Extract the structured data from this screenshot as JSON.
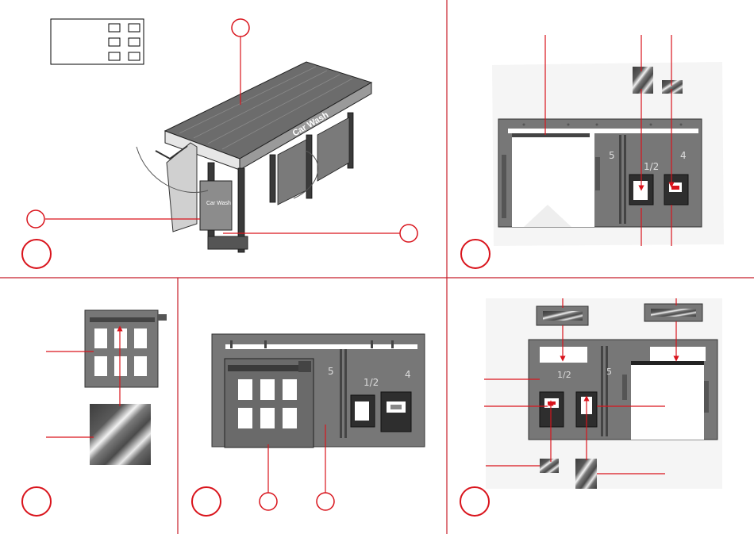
{
  "sheet": {
    "accent_color": "#d9141c",
    "divider_color": "#c81e2a",
    "panel_gray": "#777777"
  },
  "wall_panel": {
    "number_5": "5",
    "number_half": "1/2",
    "number_4": "4"
  },
  "building": {
    "sign_text": "Car Wash"
  },
  "icons": [
    "step-circle-icon",
    "callout-circle-icon",
    "arrow-icon",
    "legend-grid-icon"
  ]
}
